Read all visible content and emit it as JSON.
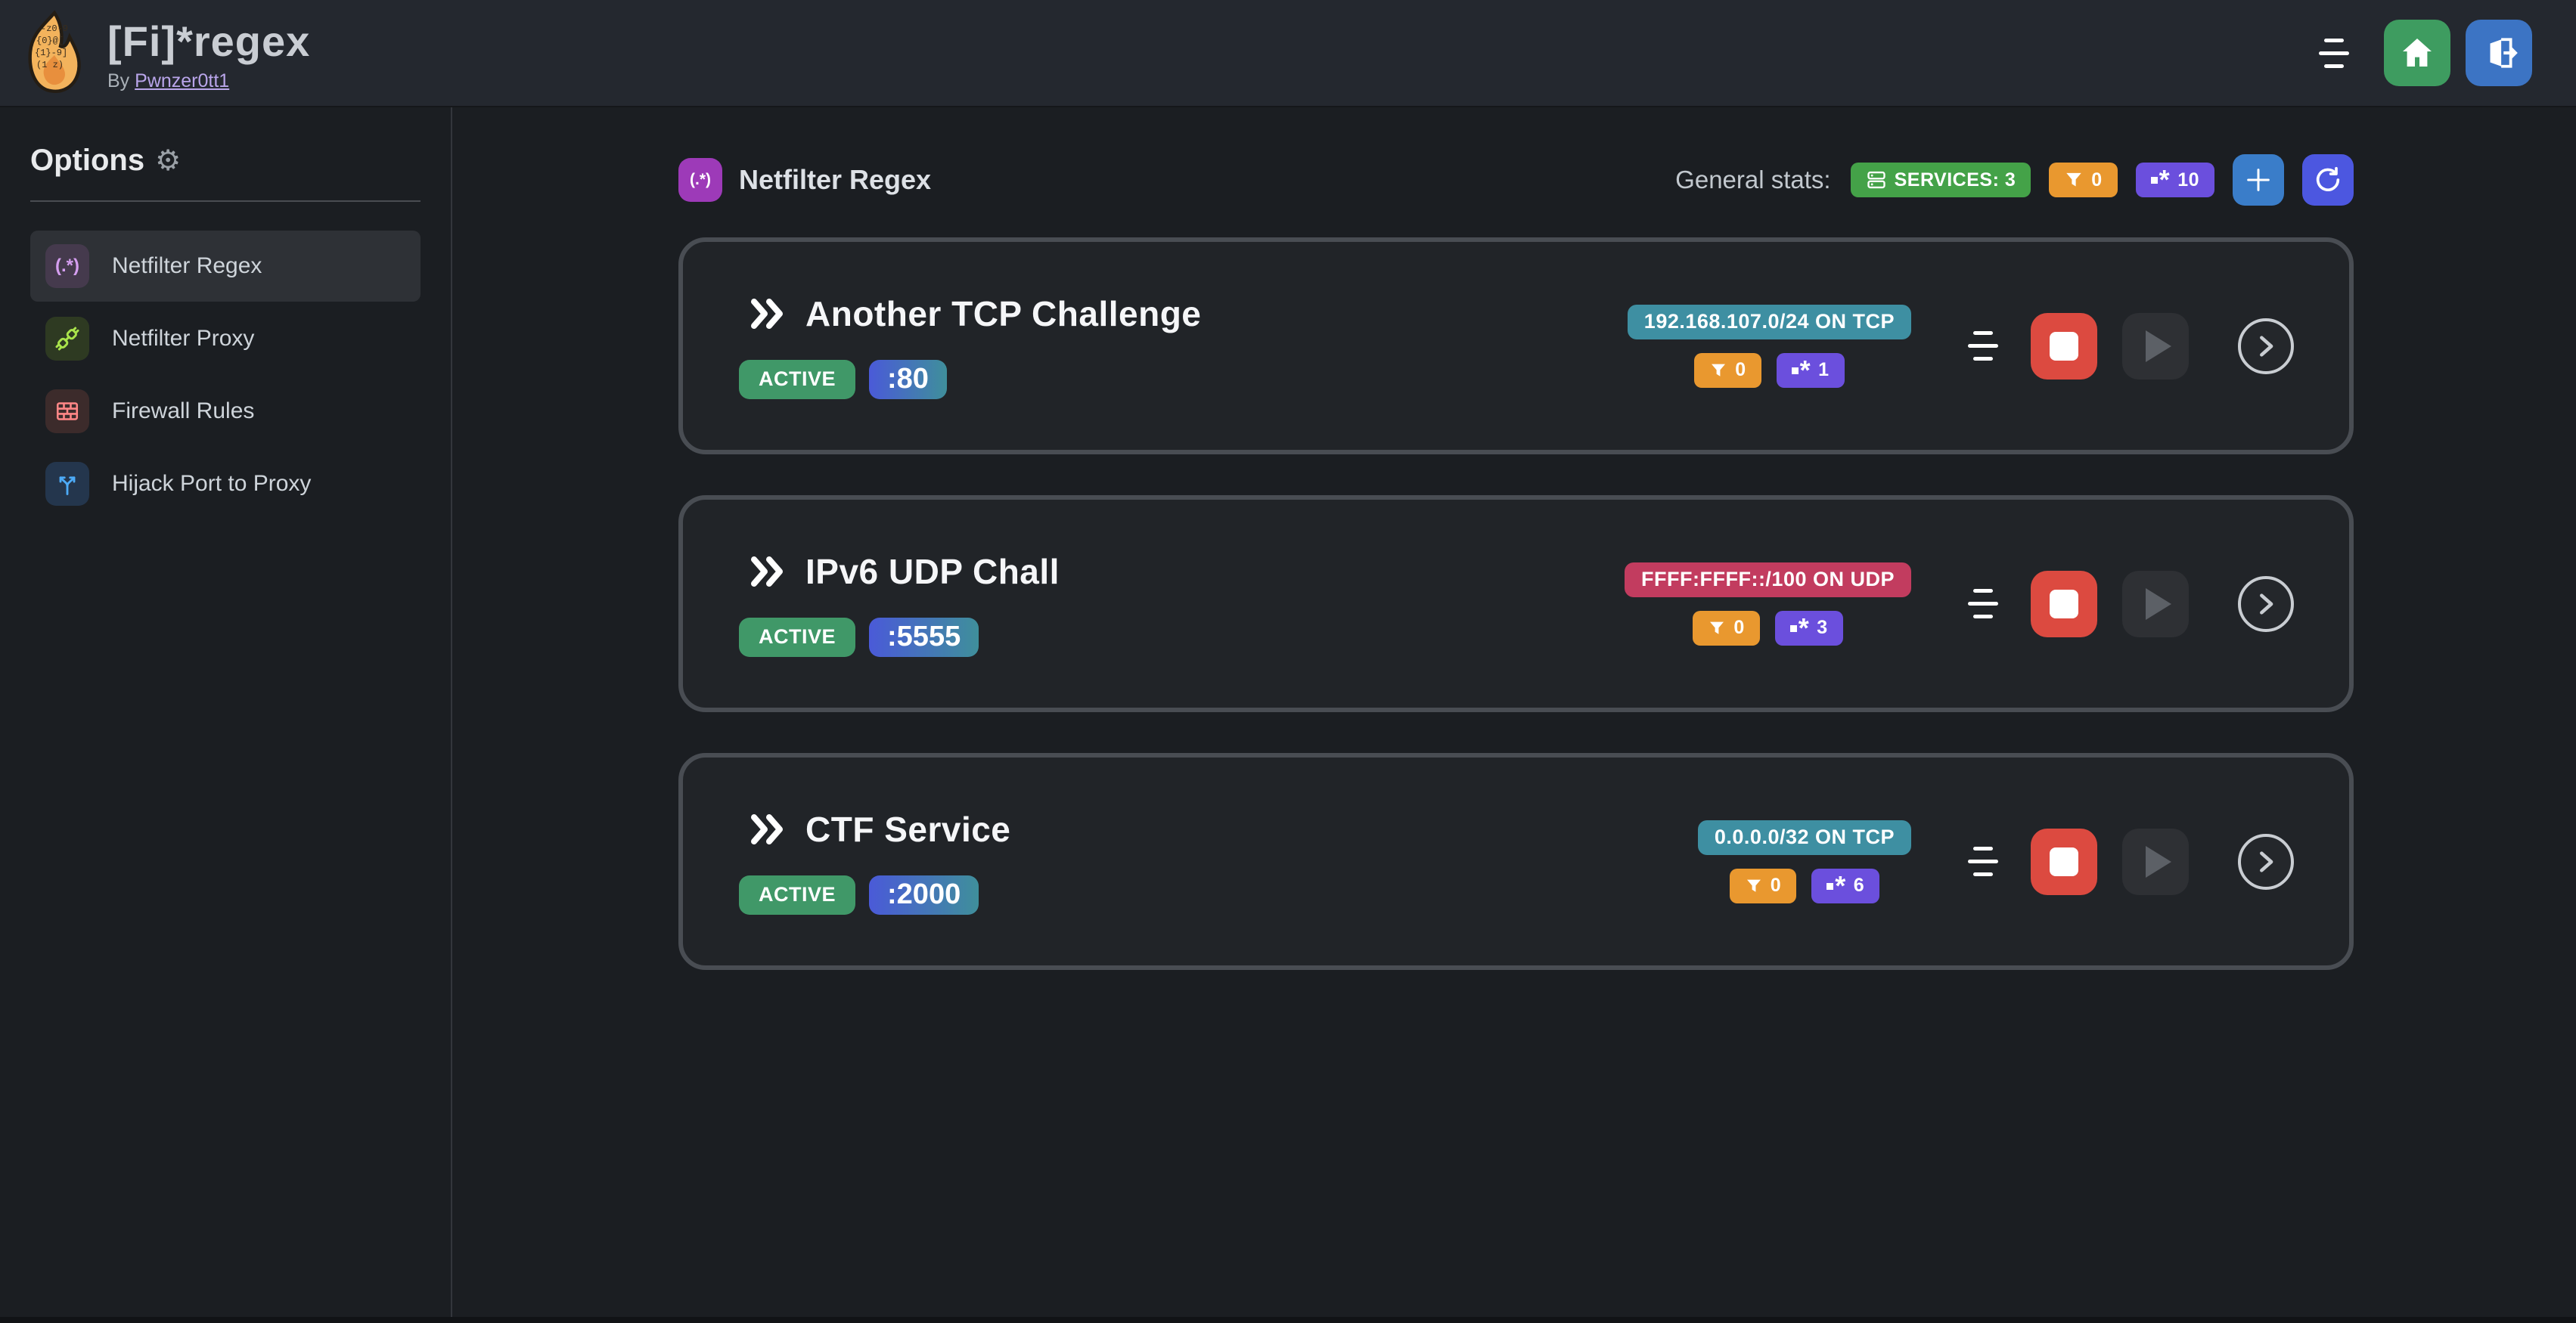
{
  "header": {
    "title": "[Fi]*regex",
    "byline_prefix": "By",
    "byline_link": "Pwnzer0tt1"
  },
  "sidebar": {
    "heading": "Options",
    "gear_icon": "⚙",
    "items": [
      {
        "label": "Netfilter Regex",
        "icon_glyph": "(.*)"
      },
      {
        "label": "Netfilter Proxy"
      },
      {
        "label": "Firewall Rules"
      },
      {
        "label": "Hijack Port to Proxy"
      }
    ]
  },
  "main": {
    "section_title": "Netfilter Regex",
    "section_icon_glyph": "(.*)",
    "stats_label": "General stats:",
    "stats": {
      "services_label": "SERVICES: 3",
      "filters_count": "0",
      "regexes_count": "10"
    },
    "services": [
      {
        "title": "Another TCP Challenge",
        "status": "ACTIVE",
        "port": ":80",
        "address": "192.168.107.0/24 ON TCP",
        "address_color": "#3e8fa2",
        "filters": "0",
        "regexes": "1"
      },
      {
        "title": "IPv6 UDP Chall",
        "status": "ACTIVE",
        "port": ":5555",
        "address": "FFFF:FFFF::/100 ON UDP",
        "address_color": "#c23c5f",
        "filters": "0",
        "regexes": "3"
      },
      {
        "title": "CTF Service",
        "status": "ACTIVE",
        "port": ":2000",
        "address": "0.0.0.0/32 ON TCP",
        "address_color": "#3e8fa2",
        "filters": "0",
        "regexes": "6"
      }
    ]
  },
  "colors": {
    "header-green": "#3e9c60",
    "header-blue": "#3c74c4",
    "accent-green": "#44a248",
    "accent-orange": "#e9982f",
    "accent-violet": "#6b4fdd",
    "accent-blue": "#3a7dc9",
    "accent-indigo": "#4c57e0",
    "active-green": "#409868",
    "stop-red": "#dc4a40",
    "section-purple": "#9d3ab8",
    "port-grad-start": "#4a5ad8",
    "port-grad-end": "#3f8f9b"
  }
}
